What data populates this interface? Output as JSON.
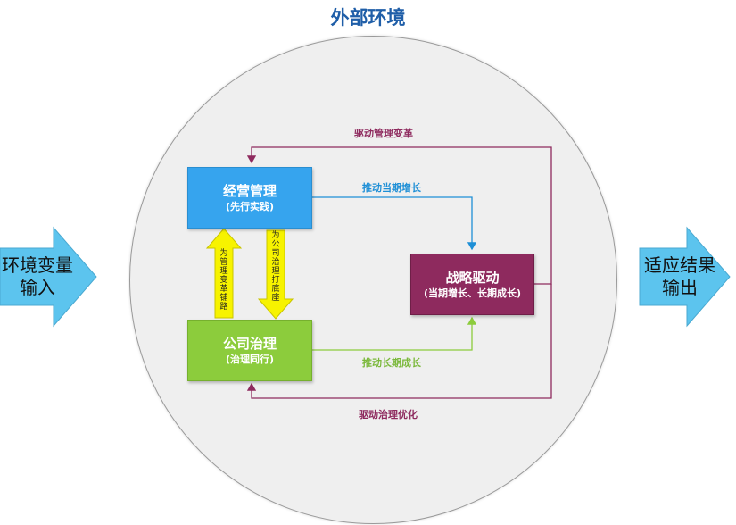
{
  "title": "外部环境",
  "left_input": "环境变量输入",
  "right_output": "适应结果输出",
  "boxes": {
    "management": {
      "title": "经营管理",
      "subtitle": "(先行实践)"
    },
    "governance": {
      "title": "公司治理",
      "subtitle": "(治理同行)"
    },
    "strategy": {
      "title": "战略驱动",
      "subtitle": "(当期增长、长期成长)"
    }
  },
  "arrows": {
    "drive_mgmt_change": "驱动管理变革",
    "push_current_growth": "推动当期增长",
    "push_long_growth": "推动长期成长",
    "drive_gov_opt": "驱动治理优化",
    "up_label": "为管理变革铺路",
    "down_label": "为公司治理打底座"
  },
  "colors": {
    "title": "#1f5ea8",
    "management": "#36a4ee",
    "governance": "#8ccc3c",
    "strategy": "#8e2a5e",
    "blue_label": "#1e8fd6",
    "green_label": "#7ab83a",
    "purple_label": "#8e2a5e",
    "side_arrow": "#5cc4ee",
    "yellow_arrow": "#f7f300"
  }
}
